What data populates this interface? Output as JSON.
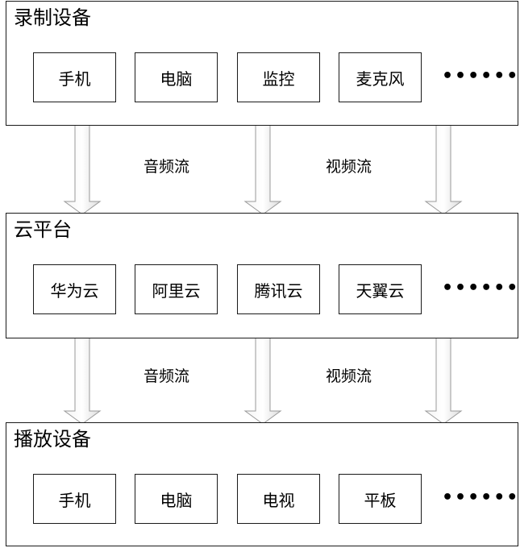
{
  "layers": [
    {
      "title": "录制设备",
      "nodes": [
        "手机",
        "电脑",
        "监控",
        "麦克风"
      ],
      "more": "••••••"
    },
    {
      "title": "云平台",
      "nodes": [
        "华为云",
        "阿里云",
        "腾讯云",
        "天翼云"
      ],
      "more": "••••••"
    },
    {
      "title": "播放设备",
      "nodes": [
        "手机",
        "电脑",
        "电视",
        "平板"
      ],
      "more": "••••••"
    }
  ],
  "flows": [
    {
      "left_label": "音频流",
      "right_label": "视频流"
    },
    {
      "left_label": "音频流",
      "right_label": "视频流"
    }
  ]
}
